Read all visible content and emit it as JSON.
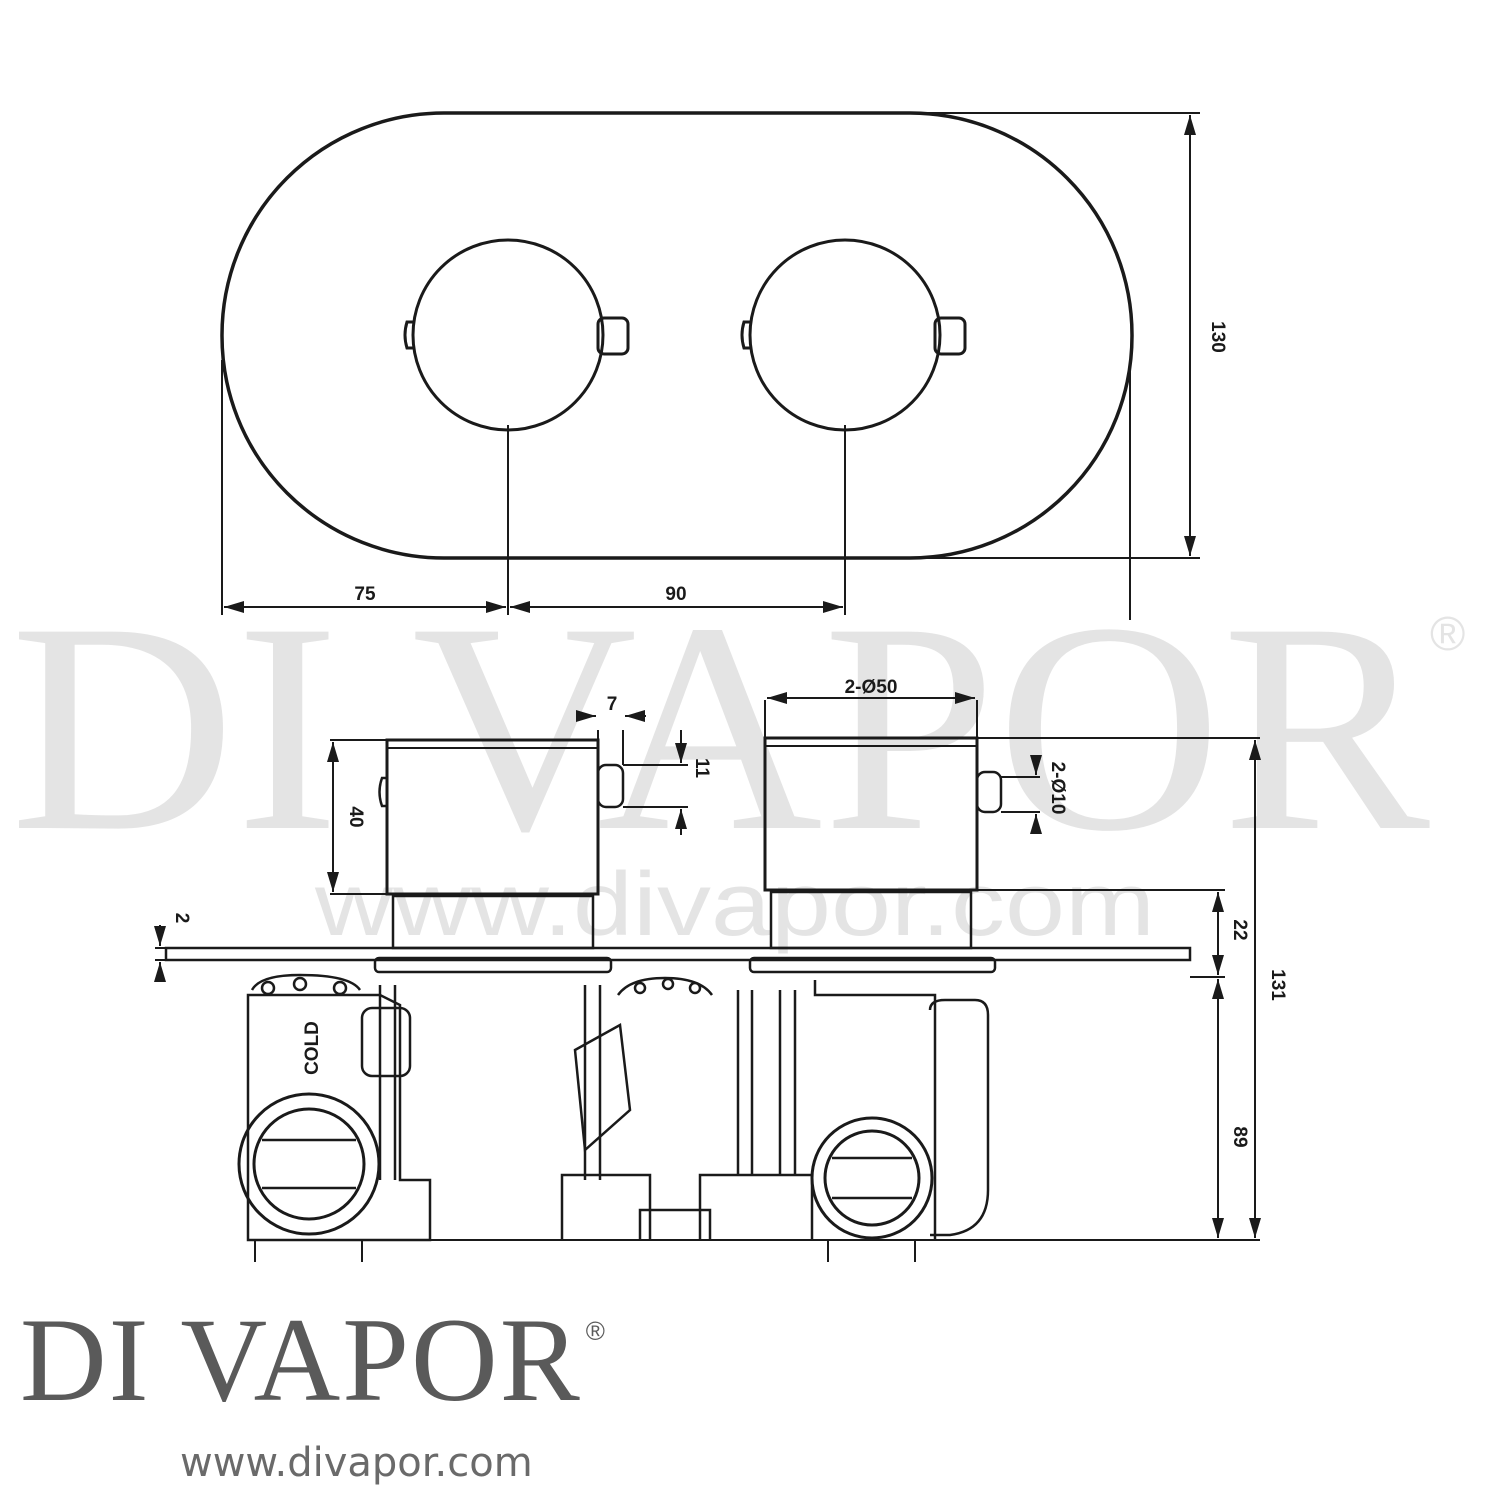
{
  "watermark": {
    "brand": "DI VAPOR",
    "registered": "®",
    "url": "www.divapor.com"
  },
  "front_view": {
    "dimensions": {
      "left_offset": "75",
      "centre_spacing": "90",
      "height": "130"
    }
  },
  "side_view": {
    "dimensions": {
      "handle_diameter": "2-Ø50",
      "lever_length": "7",
      "lever_height": "11",
      "lever_diameter": "2-Ø10",
      "handle_height": "40",
      "plate_thickness": "2",
      "handle_offset": "22",
      "body_depth": "89",
      "total_depth": "131"
    },
    "inlet_label": "COLD"
  },
  "brand_footer": {
    "name": "DI VAPOR",
    "registered": "®",
    "url": "www.divapor.com"
  }
}
